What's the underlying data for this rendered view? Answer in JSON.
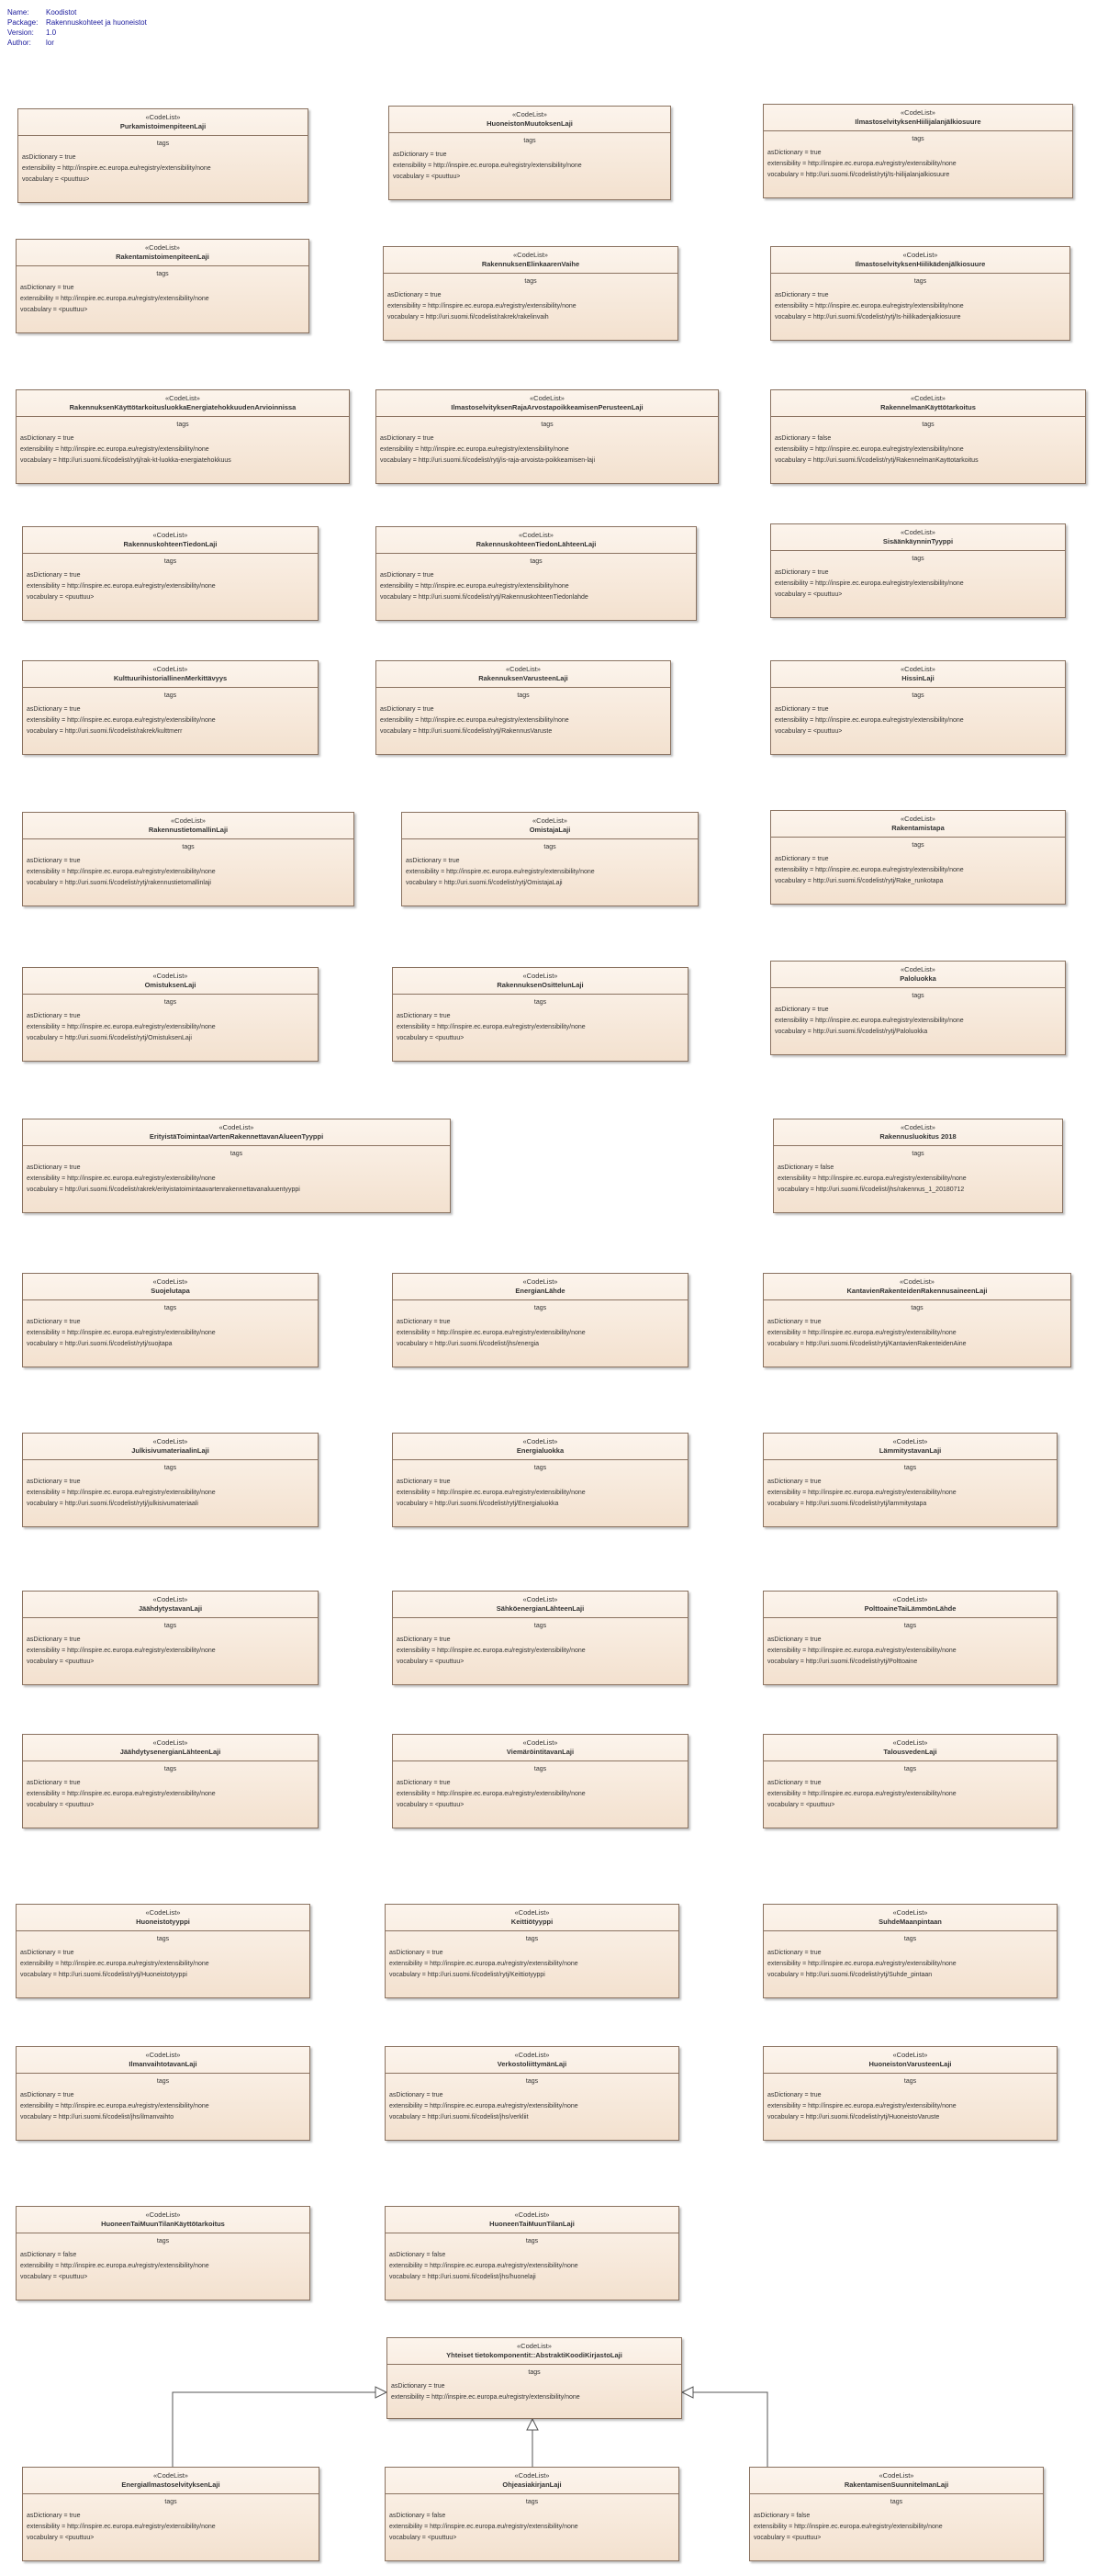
{
  "header": [
    {
      "key": "Name:",
      "value": "Koodistot"
    },
    {
      "key": "Package:",
      "value": "Rakennuskohteet ja huoneistot"
    },
    {
      "key": "Version:",
      "value": "1.0"
    },
    {
      "key": "Author:",
      "value": "lor"
    }
  ],
  "stereotype": "«CodeList»",
  "tags_label": "tags",
  "boxes": [
    {
      "name": "PurkamistoimenpiteenLaji",
      "asd": "asDictionary = true",
      "ext": "extensibility = http://inspire.ec.europa.eu/registry/extensibility/none",
      "voc": "vocabulary = <puuttuu>"
    },
    {
      "name": "HuoneistonMuutoksenLaji",
      "asd": "asDictionary = true",
      "ext": "extensibility = http://inspire.ec.europa.eu/registry/extensibility/none",
      "voc": "vocabulary = <puuttuu>"
    },
    {
      "name": "IlmastoselvityksenHiilijalanjälkiosuure",
      "asd": "asDictionary = true",
      "ext": "extensibility = http://inspire.ec.europa.eu/registry/extensibility/none",
      "voc": "vocabulary = http://uri.suomi.fi/codelist/rytj/Is-hiilijalanjalkiosuure"
    },
    {
      "name": "RakentamistoimenpiteenLaji",
      "asd": "asDictionary = true",
      "ext": "extensibility = http://inspire.ec.europa.eu/registry/extensibility/none",
      "voc": "vocabulary = <puuttuu>"
    },
    {
      "name": "RakennuksenElinkaarenVaihe",
      "asd": "asDictionary = true",
      "ext": "extensibility = http://inspire.ec.europa.eu/registry/extensibility/none",
      "voc": "vocabulary = http://uri.suomi.fi/codelist/rakrek/rakelinvaih"
    },
    {
      "name": "IlmastoselvityksenHiilikädenjälkiosuure",
      "asd": "asDictionary = true",
      "ext": "extensibility = http://inspire.ec.europa.eu/registry/extensibility/none",
      "voc": "vocabulary = http://uri.suomi.fi/codelist/rytj/Is-hiilikadenjalkiosuure"
    },
    {
      "name": "RakennuksenKäyttötarkoitusluokkaEnergiatehokkuudenArvioinnissa",
      "asd": "asDictionary = true",
      "ext": "extensibility = http://inspire.ec.europa.eu/registry/extensibility/none",
      "voc": "vocabulary = http://uri.suomi.fi/codelist/rytj/rak-kt-luokka-energiatehokkuus"
    },
    {
      "name": "IlmastoselvityksenRajaArvostapoikkeamisenPerusteenLaji",
      "asd": "asDictionary = true",
      "ext": "extensibility = http://inspire.ec.europa.eu/registry/extensibility/none",
      "voc": "vocabulary = http://uri.suomi.fi/codelist/rytj/is-raja-arvoista-poikkeamisen-laji"
    },
    {
      "name": "RakennelmanKäyttötarkoitus",
      "asd": "asDictionary = false",
      "ext": "extensibility = http://inspire.ec.europa.eu/registry/extensibility/none",
      "voc": "vocabulary = http://uri.suomi.fi/codelist/rytj/RakennelmanKayttotarkoitus"
    },
    {
      "name": "RakennuskohteenTiedonLaji",
      "asd": "asDictionary = true",
      "ext": "extensibility = http://inspire.ec.europa.eu/registry/extensibility/none",
      "voc": "vocabulary = <puuttuu>"
    },
    {
      "name": "RakennuskohteenTiedonLähteenLaji",
      "asd": "asDictionary = true",
      "ext": "extensibility = http://inspire.ec.europa.eu/registry/extensibility/none",
      "voc": "vocabulary = http://uri.suomi.fi/codelist/rytj/RakennuskohteenTiedonlahde"
    },
    {
      "name": "SisäänkäynninTyyppi",
      "asd": "asDictionary = true",
      "ext": "extensibility = http://inspire.ec.europa.eu/registry/extensibility/none",
      "voc": "vocabulary = <puuttuu>"
    },
    {
      "name": "KulttuurihistoriallinenMerkittävyys",
      "asd": "asDictionary = true",
      "ext": "extensibility = http://inspire.ec.europa.eu/registry/extensibility/none",
      "voc": "vocabulary = http://uri.suomi.fi/codelist/rakrek/kulttmerr"
    },
    {
      "name": "RakennuksenVarusteenLaji",
      "asd": "asDictionary = true",
      "ext": "extensibility = http://inspire.ec.europa.eu/registry/extensibility/none",
      "voc": "vocabulary = http://uri.suomi.fi/codelist/rytj/RakennusVaruste"
    },
    {
      "name": "HissinLaji",
      "asd": "asDictionary = true",
      "ext": "extensibility = http://inspire.ec.europa.eu/registry/extensibility/none",
      "voc": "vocabulary = <puuttuu>"
    },
    {
      "name": "RakennustietomallinLaji",
      "asd": "asDictionary = true",
      "ext": "extensibility = http://inspire.ec.europa.eu/registry/extensibility/none",
      "voc": "vocabulary = http://uri.suomi.fi/codelist/rytj/rakennustietomallinlaji"
    },
    {
      "name": "OmistajaLaji",
      "asd": "asDictionary = true",
      "ext": "extensibility = http://inspire.ec.europa.eu/registry/extensibility/none",
      "voc": "vocabulary = http://uri.suomi.fi/codelist/rytj/OmistajaLaji"
    },
    {
      "name": "Rakentamistapa",
      "asd": "asDictionary = true",
      "ext": "extensibility = http://inspire.ec.europa.eu/registry/extensibility/none",
      "voc": "vocabulary = http://uri.suomi.fi/codelist/rytj/Rake_runkotapa"
    },
    {
      "name": "OmistuksenLaji",
      "asd": "asDictionary = true",
      "ext": "extensibility = http://inspire.ec.europa.eu/registry/extensibility/none",
      "voc": "vocabulary = http://uri.suomi.fi/codelist/rytj/OmistuksenLaji"
    },
    {
      "name": "RakennuksenOsittelunLaji",
      "asd": "asDictionary = true",
      "ext": "extensibility = http://inspire.ec.europa.eu/registry/extensibility/none",
      "voc": "vocabulary = <puuttuu>"
    },
    {
      "name": "Paloluokka",
      "asd": "asDictionary = true",
      "ext": "extensibility = http://inspire.ec.europa.eu/registry/extensibility/none",
      "voc": "vocabulary = http://uri.suomi.fi/codelist/rytj/Paloluokka"
    },
    {
      "name": "ErityistäToimintaaVartenRakennettavanAlueenTyyppi",
      "asd": "asDictionary = true",
      "ext": "extensibility = http://inspire.ec.europa.eu/registry/extensibility/none",
      "voc": "vocabulary = http://uri.suomi.fi/codelist/rakrek/erityistatoimintaavartenrakennettavanaluuentyyppi"
    },
    {
      "name": "Rakennusluokitus 2018",
      "asd": "asDictionary = false",
      "ext": "extensibility = http://inspire.ec.europa.eu/registry/extensibility/none",
      "voc": "vocabulary = http://uri.suomi.fi/codelist/jhs/rakennus_1_20180712"
    },
    {
      "name": "Suojelutapa",
      "asd": "asDictionary = true",
      "ext": "extensibility = http://inspire.ec.europa.eu/registry/extensibility/none",
      "voc": "vocabulary = http://uri.suomi.fi/codelist/rytj/suojtapa"
    },
    {
      "name": "EnergianLähde",
      "asd": "asDictionary = true",
      "ext": "extensibility = http://inspire.ec.europa.eu/registry/extensibility/none",
      "voc": "vocabulary = http://uri.suomi.fi/codelist/jhs/energia"
    },
    {
      "name": "KantavienRakenteidenRakennusaineenLaji",
      "asd": "asDictionary = true",
      "ext": "extensibility = http://inspire.ec.europa.eu/registry/extensibility/none",
      "voc": "vocabulary = http://uri.suomi.fi/codelist/rytj/KantavienRakenteidenAine"
    },
    {
      "name": "JulkisivumateriaalinLaji",
      "asd": "asDictionary = true",
      "ext": "extensibility = http://inspire.ec.europa.eu/registry/extensibility/none",
      "voc": "vocabulary = http://uri.suomi.fi/codelist/rytj/julkisivumateriaali"
    },
    {
      "name": "Energialuokka",
      "asd": "asDictionary = true",
      "ext": "extensibility = http://inspire.ec.europa.eu/registry/extensibility/none",
      "voc": "vocabulary = http://uri.suomi.fi/codelist/rytj/Energialuokka"
    },
    {
      "name": "LämmitystavanLaji",
      "asd": "asDictionary = true",
      "ext": "extensibility = http://inspire.ec.europa.eu/registry/extensibility/none",
      "voc": "vocabulary = http://uri.suomi.fi/codelist/rytj/lammitystapa"
    },
    {
      "name": "JäähdytystavanLaji",
      "asd": "asDictionary = true",
      "ext": "extensibility = http://inspire.ec.europa.eu/registry/extensibility/none",
      "voc": "vocabulary = <puuttuu>"
    },
    {
      "name": "SähköenergianLähteenLaji",
      "asd": "asDictionary = true",
      "ext": "extensibility = http://inspire.ec.europa.eu/registry/extensibility/none",
      "voc": "vocabulary = <puuttuu>"
    },
    {
      "name": "PolttoaineTaiLämmönLähde",
      "asd": "asDictionary = true",
      "ext": "extensibility = http://inspire.ec.europa.eu/registry/extensibility/none",
      "voc": "vocabulary = http://uri.suomi.fi/codelist/rytj/Polttoaine"
    },
    {
      "name": "JäähdytysenergianLähteenLaji",
      "asd": "asDictionary = true",
      "ext": "extensibility = http://inspire.ec.europa.eu/registry/extensibility/none",
      "voc": "vocabulary = <puuttuu>"
    },
    {
      "name": "ViemäröintitavanLaji",
      "asd": "asDictionary = true",
      "ext": "extensibility = http://inspire.ec.europa.eu/registry/extensibility/none",
      "voc": "vocabulary = <puuttuu>"
    },
    {
      "name": "TalousvedenLaji",
      "asd": "asDictionary = true",
      "ext": "extensibility = http://inspire.ec.europa.eu/registry/extensibility/none",
      "voc": "vocabulary = <puuttuu>"
    },
    {
      "name": "Huoneistotyyppi",
      "asd": "asDictionary = true",
      "ext": "extensibility = http://inspire.ec.europa.eu/registry/extensibility/none",
      "voc": "vocabulary = http://uri.suomi.fi/codelist/rytj/Huoneistotyyppi"
    },
    {
      "name": "Keittiötyyppi",
      "asd": "asDictionary = true",
      "ext": "extensibility = http://inspire.ec.europa.eu/registry/extensibility/none",
      "voc": "vocabulary = http://uri.suomi.fi/codelist/rytj/Keittiotyyppi"
    },
    {
      "name": "SuhdeMaanpintaan",
      "asd": "asDictionary = true",
      "ext": "extensibility = http://inspire.ec.europa.eu/registry/extensibility/none",
      "voc": "vocabulary = http://uri.suomi.fi/codelist/rytj/Suhde_pintaan"
    },
    {
      "name": "IlmanvaihtotavanLaji",
      "asd": "asDictionary = true",
      "ext": "extensibility = http://inspire.ec.europa.eu/registry/extensibility/none",
      "voc": "vocabulary = http://uri.suomi.fi/codelist/jhs/ilmanvaihto"
    },
    {
      "name": "VerkostoliittymänLaji",
      "asd": "asDictionary = true",
      "ext": "extensibility = http://inspire.ec.europa.eu/registry/extensibility/none",
      "voc": "vocabulary = http://uri.suomi.fi/codelist/jhs/verkliit"
    },
    {
      "name": "HuoneistonVarusteenLaji",
      "asd": "asDictionary = true",
      "ext": "extensibility = http://inspire.ec.europa.eu/registry/extensibility/none",
      "voc": "vocabulary = http://uri.suomi.fi/codelist/rytj/HuoneistoVaruste"
    },
    {
      "name": "HuoneenTaiMuunTilanKäyttötarkoitus",
      "asd": "asDictionary = false",
      "ext": "extensibility = http://inspire.ec.europa.eu/registry/extensibility/none",
      "voc": "vocabulary = <puuttuu>"
    },
    {
      "name": "HuoneenTaiMuunTilanLaji",
      "asd": "asDictionary = false",
      "ext": "extensibility = http://inspire.ec.europa.eu/registry/extensibility/none",
      "voc": "vocabulary = http://uri.suomi.fi/codelist/jhs/huonelaji"
    },
    {
      "name": "Yhteiset tietokomponentit::AbstraktiKoodiKirjastoLaji",
      "asd": "asDictionary = true",
      "ext": "extensibility = http://inspire.ec.europa.eu/registry/extensibility/none",
      "voc": ""
    },
    {
      "name": "EnergiaIlmastoselvityksenLaji",
      "asd": "asDictionary = true",
      "ext": "extensibility = http://inspire.ec.europa.eu/registry/extensibility/none",
      "voc": "vocabulary = <puuttuu>"
    },
    {
      "name": "OhjeasiakirjanLaji",
      "asd": "asDictionary = false",
      "ext": "extensibility = http://inspire.ec.europa.eu/registry/extensibility/none",
      "voc": "vocabulary = <puuttuu>"
    },
    {
      "name": "RakentamisenSuunnitelmanLaji",
      "asd": "asDictionary = false",
      "ext": "extensibility = http://inspire.ec.europa.eu/registry/extensibility/none",
      "voc": "vocabulary = <puuttuu>"
    }
  ]
}
